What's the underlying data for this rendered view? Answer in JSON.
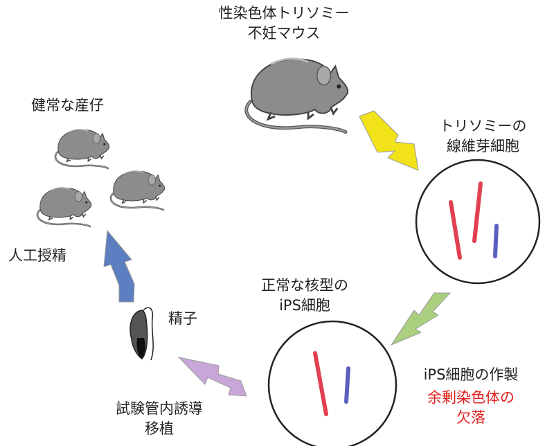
{
  "labels": {
    "infertile_mouse": [
      "性染色体トリソミー",
      "不妊マウス"
    ],
    "trisomy_fibroblast": [
      "トリソミーの",
      "線維芽細胞"
    ],
    "ips_creation": "iPS細胞の作製",
    "extra_chromosome_loss": [
      "余剰染色体の",
      "欠落"
    ],
    "normal_ips": [
      "正常な核型の",
      "iPS細胞"
    ],
    "sperm": "精子",
    "in_vitro": [
      "試験管内誘導",
      "移植"
    ],
    "artificial_insemination": "人工授精",
    "healthy_offspring": "健常な産仔"
  },
  "colors": {
    "arrow_yellow": "#f2e21a",
    "arrow_green": "#a9cf7f",
    "arrow_purple": "#c9a6d8",
    "arrow_blue": "#5b7fc0",
    "chromosome_red": "#e0404f",
    "chromosome_blue": "#5a5fc0",
    "highlight_text": "#e0201c"
  }
}
